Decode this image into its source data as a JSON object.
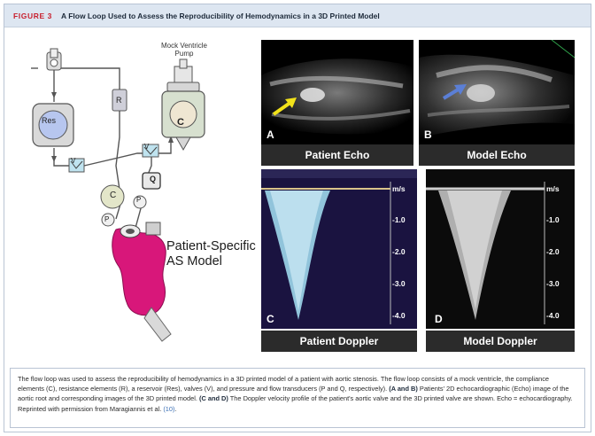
{
  "header": {
    "figure_label": "FIGURE 3",
    "title": "A Flow Loop Used to Assess the Reproducibility of Hemodynamics in a 3D Printed Model"
  },
  "diagram": {
    "mock_ventricle_label": "Mock Ventricle\nPump",
    "res_label": "Res",
    "r_label": "R",
    "c_label_pump": "C",
    "c_label_compliance": "C",
    "q_label": "Q",
    "p_label_1": "P",
    "p_label_2": "P",
    "v_label_1": "V",
    "v_label_2": "V",
    "model_label": "Patient-Specific\nAS Model",
    "model_color": "#d8177a"
  },
  "panels": {
    "a": {
      "letter": "A",
      "caption": "Patient Echo",
      "arrow_color": "#f2e21a"
    },
    "b": {
      "letter": "B",
      "caption": "Model Echo",
      "arrow_color": "#5b7fd6"
    },
    "c": {
      "letter": "C",
      "caption": "Patient Doppler",
      "signal_color": "#9fd8ec"
    },
    "d": {
      "letter": "D",
      "caption": "Model Doppler",
      "signal_color": "#d8d8d8"
    }
  },
  "doppler_axis": {
    "unit": "m/s",
    "ticks": [
      "-1.0",
      "-2.0",
      "-3.0",
      "-4.0"
    ]
  },
  "legend": {
    "intro": "The flow loop was used to assess the reproducibility of hemodynamics in a 3D printed model of a patient with aortic stenosis. The flow loop consists of a mock ventricle, the compliance elements (C), resistance elements (R), a reservoir (Res), valves (V), and pressure and flow transducers (P and Q, respectively).",
    "ab_label": "(A and B)",
    "ab_text": "Patients' 2D echocardiographic (Echo) image of the aortic root and corresponding images of the 3D printed model.",
    "cd_label": "(C and D)",
    "cd_text": "The Doppler velocity profile of the patient's aortic valve and the 3D printed valve are shown. Echo = echocardiography. Reprinted with permission from Maragiannis et al.",
    "ref": "(10)",
    "end": "."
  }
}
